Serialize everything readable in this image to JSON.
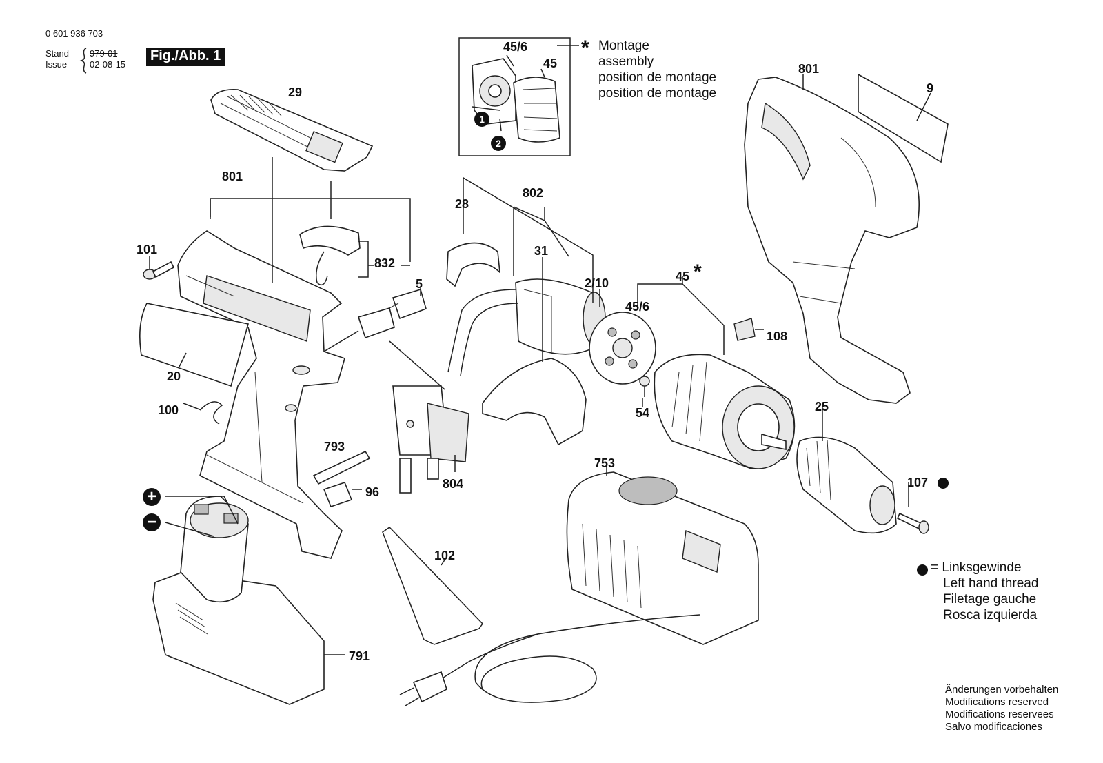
{
  "header": {
    "part_number": "0 601 936 703",
    "stand_label": "Stand",
    "issue_label": "Issue",
    "stand_value": "979-01",
    "issue_value": "02-08-15",
    "figure_tag": "Fig./Abb. 1"
  },
  "montage_note": {
    "symbol": "*",
    "lines": [
      "Montage",
      "assembly",
      "position de montage",
      "position de montage"
    ]
  },
  "inset": {
    "labels": [
      "45/6",
      "45"
    ],
    "steps": [
      "1",
      "2"
    ]
  },
  "callouts": {
    "c29": "29",
    "c801_left": "801",
    "c801_right": "801",
    "c9": "9",
    "c101": "101",
    "c832": "832",
    "c5": "5",
    "c28": "28",
    "c802": "802",
    "c31": "31",
    "c2_10": "2/10",
    "c45_6": "45/6",
    "c45": "45",
    "c108": "108",
    "c20": "20",
    "c100": "100",
    "c54": "54",
    "c25": "25",
    "c793": "793",
    "c96": "96",
    "c804": "804",
    "c753": "753",
    "c107": "107",
    "c102": "102",
    "c791": "791"
  },
  "polarity": {
    "plus": "+",
    "minus": "−"
  },
  "legend": {
    "lines": [
      "= Linksgewinde",
      "Left hand thread",
      "Filetage gauche",
      "Rosca izquierda"
    ]
  },
  "notes": {
    "lines": [
      "Änderungen vorbehalten",
      "Modifications reserved",
      "Modifications reservees",
      "Salvo modificaciones"
    ]
  }
}
